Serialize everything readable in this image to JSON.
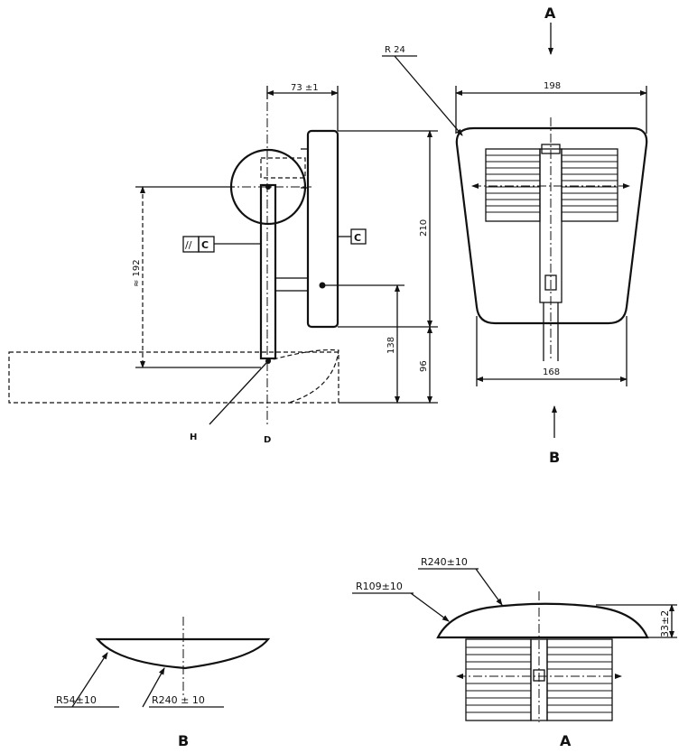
{
  "drawing": {
    "view_marker_a": "A",
    "view_marker_b": "B",
    "main_view": {
      "dim_width_top": "73 ±1",
      "dim_height_192": "≈ 192",
      "dim_height_210": "210",
      "dim_height_138": "138",
      "dim_height_96": "96",
      "frame_label_1": "//",
      "frame_label_2": "C",
      "datum_c": "C",
      "label_h": "H",
      "label_d": "D"
    },
    "side_view": {
      "radius_label": "R 24",
      "dim_top": "198",
      "dim_bottom": "168"
    },
    "detail_b": {
      "radius_small": "R54±10",
      "radius_large": "R240 ± 10",
      "title": "B"
    },
    "detail_a": {
      "radius_top": "R240±10",
      "radius_left": "R109±10",
      "height": "33±2",
      "title": "A"
    }
  }
}
